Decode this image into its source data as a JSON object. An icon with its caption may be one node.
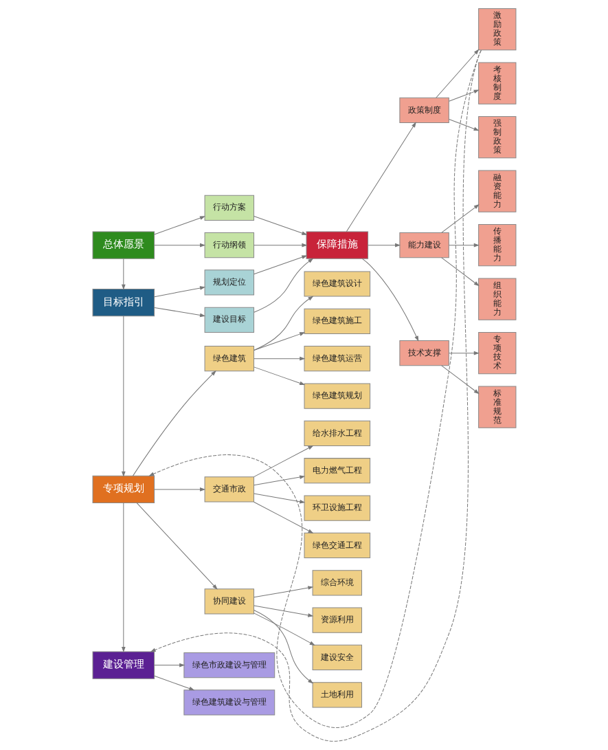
{
  "diagram": {
    "nodes": [
      {
        "text": [
          "总体愿景"
        ]
      },
      {
        "text": [
          "行动纲领"
        ]
      },
      {
        "text": [
          "行动方案"
        ]
      },
      {
        "text": [
          "目标指引"
        ]
      },
      {
        "text": [
          "建设目标"
        ]
      },
      {
        "text": [
          "规划定位"
        ]
      },
      {
        "text": [
          "专项规划"
        ]
      },
      {
        "text": [
          "绿色建筑"
        ]
      },
      {
        "text": [
          "绿色建筑规划"
        ]
      },
      {
        "text": [
          "绿色建筑设计"
        ]
      },
      {
        "text": [
          "绿色建筑施工"
        ]
      },
      {
        "text": [
          "绿色建筑运营"
        ]
      },
      {
        "text": [
          "交通市政"
        ]
      },
      {
        "text": [
          "绿色交通工程"
        ]
      },
      {
        "text": [
          "给水排水工程"
        ]
      },
      {
        "text": [
          "电力燃气工程"
        ]
      },
      {
        "text": [
          "环卫设施工程"
        ]
      },
      {
        "text": [
          "协同建设"
        ]
      },
      {
        "text": [
          "土地利用"
        ]
      },
      {
        "text": [
          "综合环境"
        ]
      },
      {
        "text": [
          "资源利用"
        ]
      },
      {
        "text": [
          "建设安全"
        ]
      },
      {
        "text": [
          "建设管理"
        ]
      },
      {
        "text": [
          "绿色建筑建设与管理"
        ]
      },
      {
        "text": [
          "绿色市政建设与管理"
        ]
      },
      {
        "text": [
          "保障措施"
        ]
      },
      {
        "text": [
          "技术支撑"
        ]
      },
      {
        "text": [
          "政策制度"
        ]
      },
      {
        "text": [
          "能力建设"
        ]
      },
      {
        "text": [
          "专项技术"
        ]
      },
      {
        "text": [
          "标准规范"
        ]
      },
      {
        "text": [
          "强制政策"
        ]
      },
      {
        "text": [
          "激励政策"
        ]
      },
      {
        "text": [
          "考核制度"
        ]
      },
      {
        "text": [
          "组织能力"
        ]
      },
      {
        "text": [
          "融资能力"
        ]
      },
      {
        "text": [
          "传播能力"
        ]
      }
    ],
    "edges": [
      {
        "from": 0,
        "to": 1,
        "arrow": "to"
      },
      {
        "from": 0,
        "to": 2,
        "arrow": "to"
      },
      {
        "from": 0,
        "to": 3,
        "arrow": "to"
      },
      {
        "from": 3,
        "to": 4,
        "arrow": "to"
      },
      {
        "from": 3,
        "to": 5,
        "arrow": "to"
      },
      {
        "from": 3,
        "to": 6,
        "arrow": "to"
      },
      {
        "from": 6,
        "to": 7,
        "arrow": "to"
      },
      {
        "from": 6,
        "to": 12,
        "arrow": "to"
      },
      {
        "from": 6,
        "to": 17,
        "arrow": "to"
      },
      {
        "from": 7,
        "to": 8,
        "arrow": "to"
      },
      {
        "from": 7,
        "to": 9,
        "arrow": "to"
      },
      {
        "from": 7,
        "to": 10,
        "arrow": "to"
      },
      {
        "from": 7,
        "to": 11,
        "arrow": "to"
      },
      {
        "from": 12,
        "to": 13,
        "arrow": "to"
      },
      {
        "from": 12,
        "to": 14,
        "arrow": "to"
      },
      {
        "from": 12,
        "to": 15,
        "arrow": "to"
      },
      {
        "from": 12,
        "to": 16,
        "arrow": "to"
      },
      {
        "from": 17,
        "to": 18,
        "arrow": "to"
      },
      {
        "from": 17,
        "to": 19,
        "arrow": "to"
      },
      {
        "from": 17,
        "to": 20,
        "arrow": "to"
      },
      {
        "from": 17,
        "to": 21,
        "arrow": "to"
      },
      {
        "from": 6,
        "to": 22,
        "arrow": "to"
      },
      {
        "from": 22,
        "to": 23,
        "arrow": "to"
      },
      {
        "from": 22,
        "to": 24,
        "arrow": "to"
      },
      {
        "from": 1,
        "to": 25,
        "arrow": "to"
      },
      {
        "from": 2,
        "to": 25,
        "arrow": "to"
      },
      {
        "from": 4,
        "to": 25,
        "arrow": "to"
      },
      {
        "from": 5,
        "to": 25,
        "arrow": "to"
      },
      {
        "from": 25,
        "to": 26,
        "arrow": "to"
      },
      {
        "from": 25,
        "to": 27,
        "arrow": "to"
      },
      {
        "from": 25,
        "to": 28,
        "arrow": "to"
      },
      {
        "from": 26,
        "to": 29,
        "arrow": "to"
      },
      {
        "from": 26,
        "to": 30,
        "arrow": "to"
      },
      {
        "from": 27,
        "to": 31,
        "arrow": "to"
      },
      {
        "from": 27,
        "to": 32,
        "arrow": "to"
      },
      {
        "from": 27,
        "to": 33,
        "arrow": "to"
      },
      {
        "from": 28,
        "to": 34,
        "arrow": "to"
      },
      {
        "from": 28,
        "to": 35,
        "arrow": "to"
      },
      {
        "from": 28,
        "to": 36,
        "arrow": "to"
      },
      {
        "from": 32,
        "to": 6,
        "arrow": "to",
        "style": "dashed"
      },
      {
        "from": 32,
        "to": 22,
        "arrow": "to",
        "style": "dashed"
      }
    ]
  }
}
